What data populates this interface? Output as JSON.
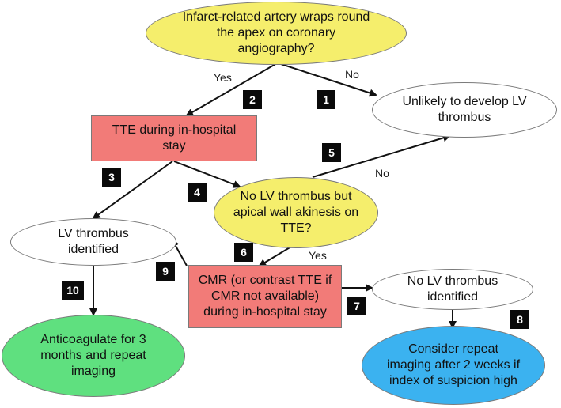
{
  "nodes": {
    "wrap_question": "Infarct-related artery wraps round the apex on coronary angiography?",
    "unlikely": "Unlikely to develop LV thrombus",
    "tte": "TTE during in-hospital stay",
    "no_lv_akinesis": "No LV thrombus but apical wall akinesis on TTE?",
    "lv_identified": "LV thrombus identified",
    "cmr": "CMR (or contrast TTE if CMR not available) during in-hospital stay",
    "no_lv_identified": "No LV thrombus identified",
    "anticoagulate": "Anticoagulate for 3 months and repeat imaging",
    "consider_repeat": "Consider repeat imaging  after 2 weeks if index of suspicion high"
  },
  "edge_labels": {
    "yes_1": "Yes",
    "no_1": "No",
    "no_2": "No",
    "yes_2": "Yes"
  },
  "badges": [
    "1",
    "2",
    "3",
    "4",
    "5",
    "6",
    "7",
    "8",
    "9",
    "10"
  ],
  "colors": {
    "yellow": "#f5ee6c",
    "red": "#f27b78",
    "green": "#5fe07f",
    "blue": "#3bb2f0",
    "arrow": "#111111"
  }
}
